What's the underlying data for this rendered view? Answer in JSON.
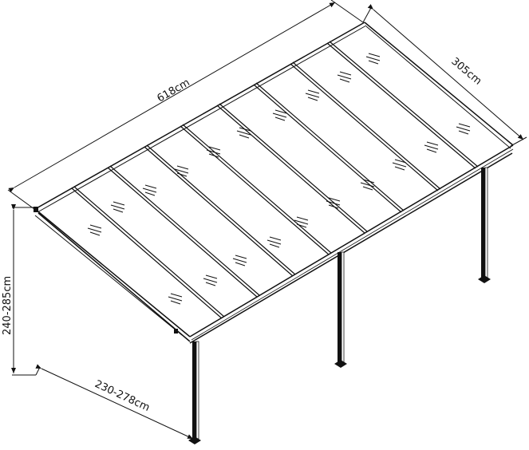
{
  "diagram": {
    "subject": "Patio cover / pergola with polycarbonate roof panels",
    "colors": {
      "line": "#111111",
      "background": "#ffffff"
    },
    "dimensions": {
      "length": "618cm",
      "depth": "305cm",
      "height": "240-285cm",
      "wall_offset": "230-278cm"
    },
    "roof_panels": 9,
    "posts": 3
  }
}
